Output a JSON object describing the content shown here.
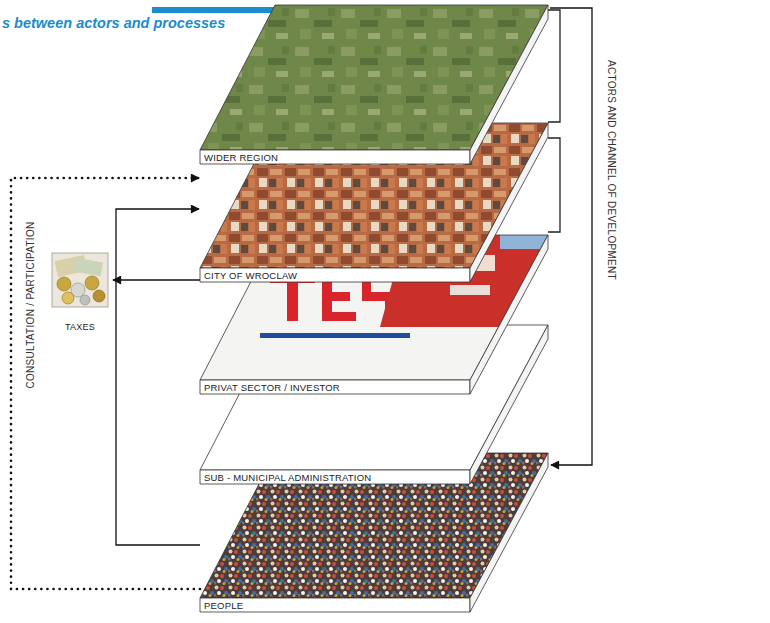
{
  "diagram": {
    "title": "s between actors and processes",
    "nodes": [
      {
        "text": [
          "WIDER REGION"
        ]
      },
      {
        "text": [
          "CITY OF WROCLAW"
        ]
      },
      {
        "text": [
          "TAXES"
        ]
      },
      {
        "text": [
          "PRIVAT SECTOR / INVESTOR"
        ]
      },
      {
        "text": [
          "SUB - MUNICIPAL ADMINISTRATION"
        ]
      },
      {
        "text": [
          "PEOPLE"
        ]
      }
    ],
    "edges": [
      {
        "from": 0,
        "to": 4,
        "arrow": "to"
      },
      {
        "from": 5,
        "to": 1,
        "arrow": "to"
      },
      {
        "from": 5,
        "to": 1,
        "arrow": "to"
      },
      {
        "from": 3,
        "to": 2,
        "arrow": "to"
      }
    ],
    "labels": [
      "CONSULTATION / PARTICIPATION",
      "ACTORS AND CHANNEL OF DEVELOPMENT"
    ]
  }
}
